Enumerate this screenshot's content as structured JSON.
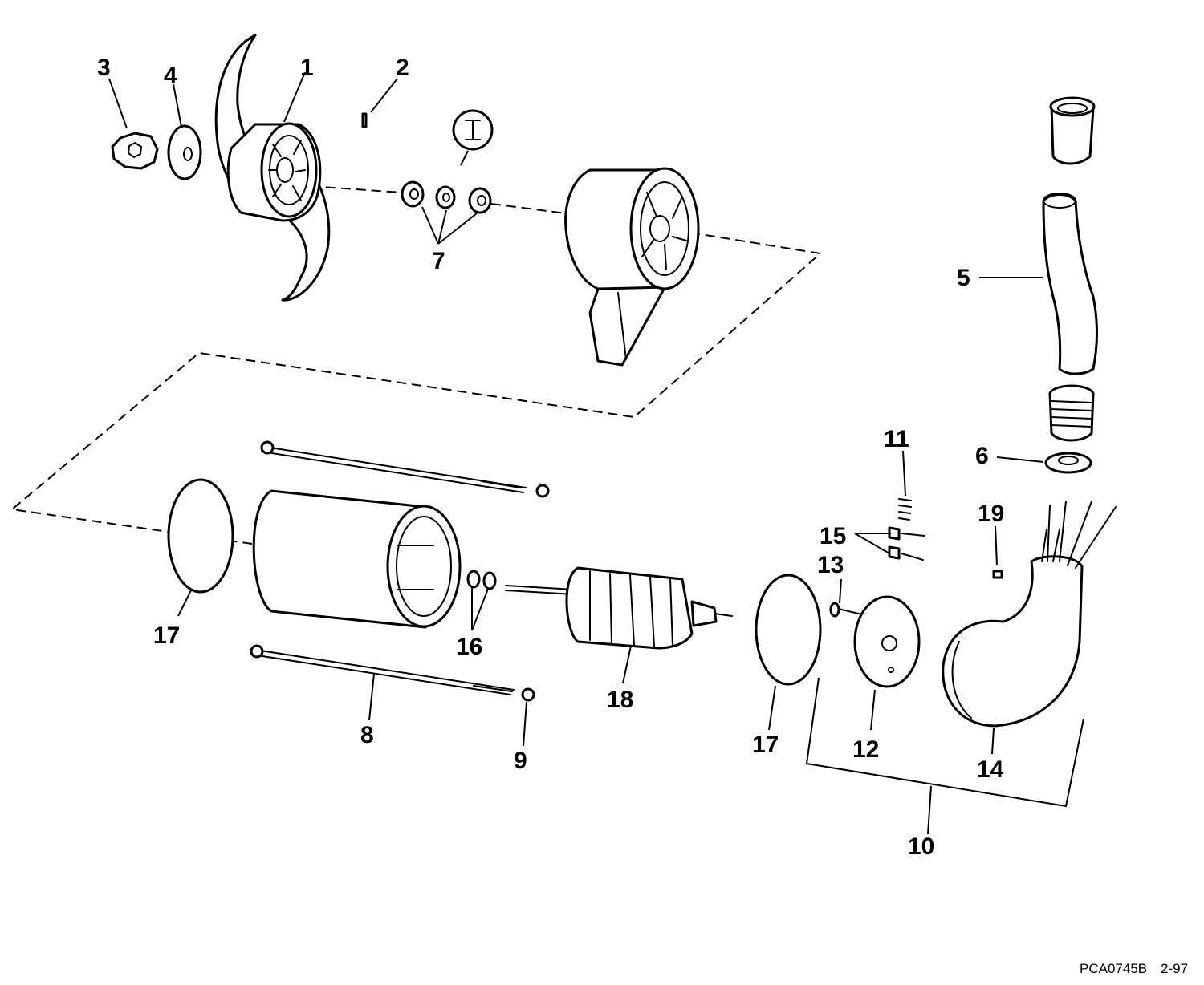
{
  "callouts": {
    "c1": "1",
    "c2": "2",
    "c3": "3",
    "c4": "4",
    "c5": "5",
    "c6": "6",
    "c7": "7",
    "c8": "8",
    "c9": "9",
    "c10": "10",
    "c11": "11",
    "c12": "12",
    "c13": "13",
    "c14": "14",
    "c15": "15",
    "c16": "16",
    "c17a": "17",
    "c17b": "17",
    "c18": "18",
    "c19": "19"
  },
  "footer": {
    "code": "PCA0745B",
    "date": "2-97"
  },
  "colors": {
    "ink": "#000000",
    "paper": "#ffffff"
  },
  "icons": {
    "kit_symbol": "kit-indicator-icon"
  }
}
